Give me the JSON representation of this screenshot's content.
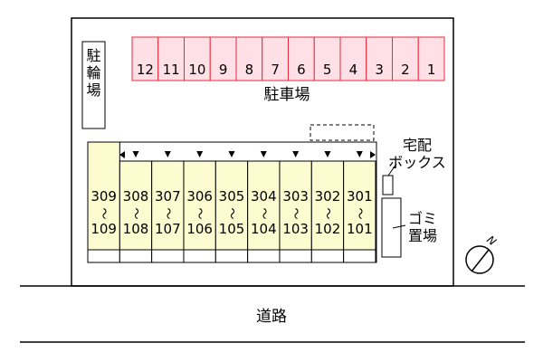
{
  "bicycle_parking": {
    "chars": [
      "駐",
      "輪",
      "場"
    ]
  },
  "parking": {
    "label": "駐車場",
    "spaces": [
      "12",
      "11",
      "10",
      "9",
      "8",
      "7",
      "6",
      "5",
      "4",
      "3",
      "2",
      "1"
    ],
    "fill_color": "#ffe0e6",
    "stroke_color": "#e8283c"
  },
  "building": {
    "fill_color": "#fdfbd0",
    "units": [
      {
        "top": "309",
        "mid": "～",
        "bottom": "109"
      },
      {
        "top": "308",
        "mid": "～",
        "bottom": "108"
      },
      {
        "top": "307",
        "mid": "～",
        "bottom": "107"
      },
      {
        "top": "306",
        "mid": "～",
        "bottom": "106"
      },
      {
        "top": "305",
        "mid": "～",
        "bottom": "105"
      },
      {
        "top": "304",
        "mid": "～",
        "bottom": "104"
      },
      {
        "top": "303",
        "mid": "～",
        "bottom": "103"
      },
      {
        "top": "302",
        "mid": "～",
        "bottom": "102"
      },
      {
        "top": "301",
        "mid": "～",
        "bottom": "101"
      }
    ]
  },
  "delivery_box": {
    "line1": "宅配",
    "line2": "ボックス"
  },
  "garbage": {
    "line1": "ゴミ",
    "line2": "置場"
  },
  "compass": {
    "label": "N"
  },
  "road": {
    "label": "道路"
  }
}
